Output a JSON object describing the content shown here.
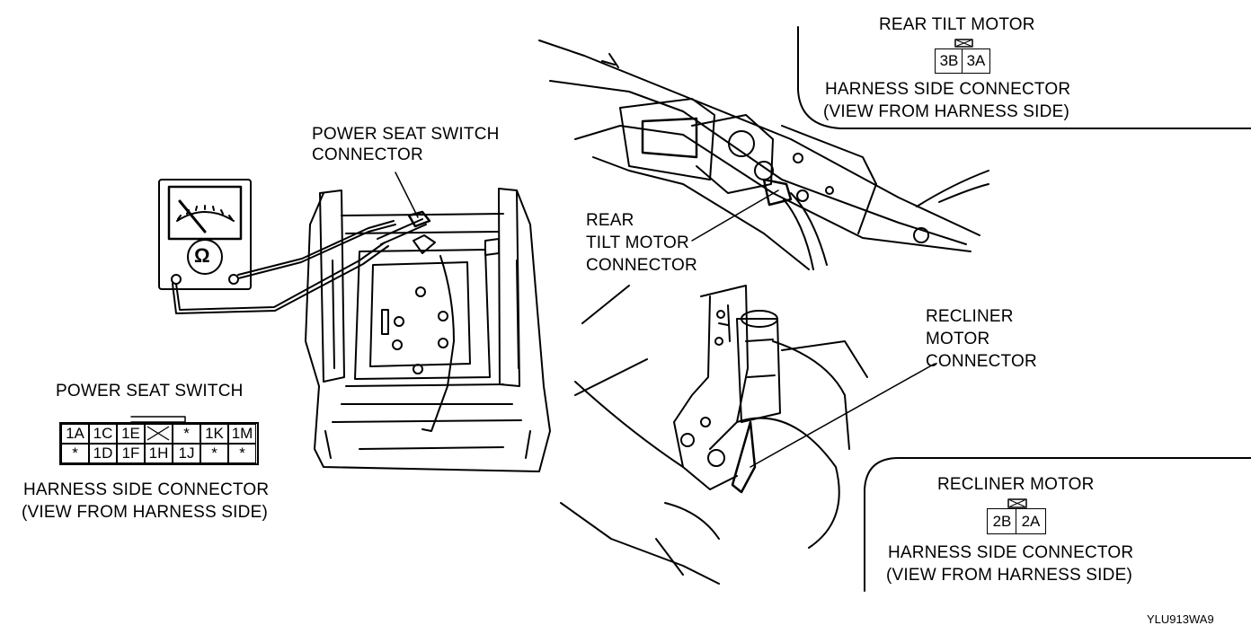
{
  "labels": {
    "rear_tilt_title": "REAR TILT MOTOR",
    "rear_tilt_harness_1": "HARNESS SIDE CONNECTOR",
    "rear_tilt_harness_2": "(VIEW FROM HARNESS SIDE)",
    "power_seat_switch_connector_1": "POWER SEAT SWITCH",
    "power_seat_switch_connector_2": "CONNECTOR",
    "rear_tilt_connector_1": "REAR",
    "rear_tilt_connector_2": "TILT MOTOR",
    "rear_tilt_connector_3": "CONNECTOR",
    "recliner_connector_1": "RECLINER",
    "recliner_connector_2": "MOTOR",
    "recliner_connector_3": "CONNECTOR",
    "power_seat_switch_title": "POWER SEAT SWITCH",
    "switch_harness_1": "HARNESS SIDE CONNECTOR",
    "switch_harness_2": "(VIEW FROM HARNESS SIDE)",
    "recliner_title": "RECLINER MOTOR",
    "recliner_harness_1": "HARNESS SIDE CONNECTOR",
    "recliner_harness_2": "(VIEW FROM HARNESS SIDE)",
    "figure_code": "YLU913WA9",
    "ohm_symbol": "Ω"
  },
  "connectors": {
    "rear_tilt": {
      "pins": [
        "3B",
        "3A"
      ]
    },
    "recliner": {
      "pins": [
        "2B",
        "2A"
      ]
    },
    "power_seat_switch": {
      "row1": [
        "1A",
        "1C",
        "1E",
        "",
        "*",
        "1K",
        "1M"
      ],
      "row2": [
        "*",
        "1D",
        "1F",
        "1H",
        "1J",
        "*",
        "*"
      ]
    }
  }
}
